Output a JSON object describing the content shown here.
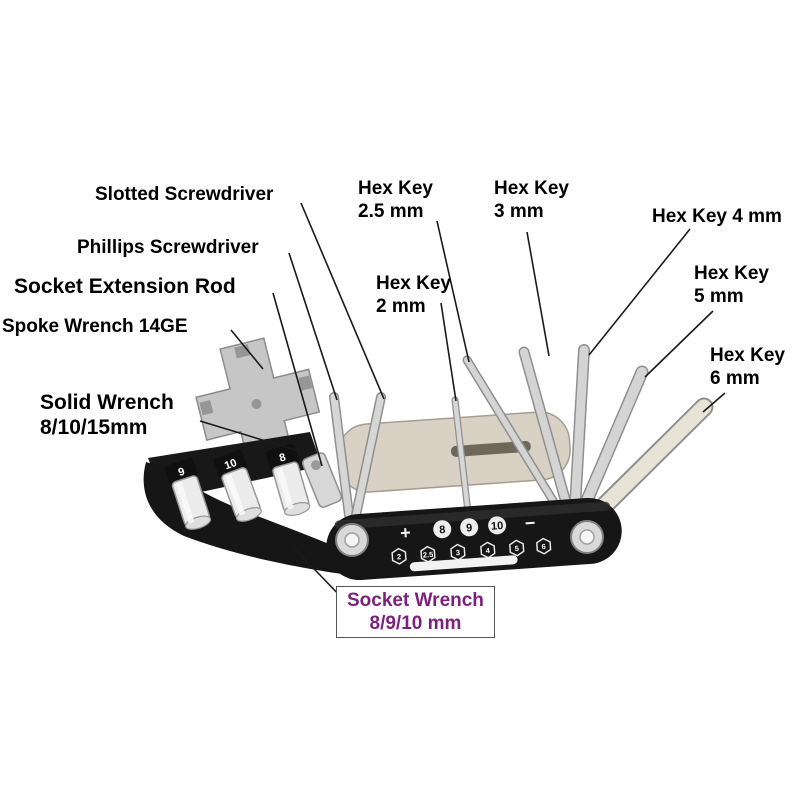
{
  "diagram": {
    "type": "labeled product diagram",
    "subject": "16-in-1 bicycle multi-tool",
    "background": "#ffffff"
  },
  "callouts": {
    "slotted": {
      "lines": [
        "Slotted Screwdriver"
      ]
    },
    "hex_25": {
      "lines": [
        "Hex Key",
        "2.5 mm"
      ]
    },
    "hex_3": {
      "lines": [
        "Hex Key",
        "3 mm"
      ]
    },
    "hex_4": {
      "lines": [
        "Hex Key 4 mm"
      ]
    },
    "phillips": {
      "lines": [
        "Phillips Screwdriver"
      ]
    },
    "socket_extension": {
      "lines": [
        "Socket Extension Rod"
      ]
    },
    "hex_2": {
      "lines": [
        "Hex Key",
        "2 mm"
      ]
    },
    "hex_5": {
      "lines": [
        "Hex Key",
        "5 mm"
      ]
    },
    "spoke_wrench": {
      "lines": [
        "Spoke Wrench 14GE"
      ]
    },
    "hex_6": {
      "lines": [
        "Hex Key",
        "6 mm"
      ]
    },
    "solid_wrench": {
      "lines": [
        "Solid Wrench",
        "8/10/15mm"
      ]
    },
    "socket_wrench": {
      "lines": [
        "Socket Wrench",
        "8/9/10 mm"
      ]
    }
  },
  "tool_markings": {
    "plus": "+",
    "minus": "−",
    "socket_sizes": [
      "8",
      "9",
      "10"
    ],
    "socket_labels": [
      "9",
      "10",
      "8"
    ],
    "hex_sizes": [
      "2",
      "2.5",
      "3",
      "4",
      "5",
      "6"
    ]
  },
  "colors": {
    "label_text": "#000000",
    "socket_wrench_label": "#7d1f7d",
    "leader_line": "#1a1a1a",
    "tool_body": "#161616",
    "tool_plate": "#d9d2c4",
    "tool_steel": "#c9c9c9",
    "hex6_key": "#e8e4d5"
  }
}
